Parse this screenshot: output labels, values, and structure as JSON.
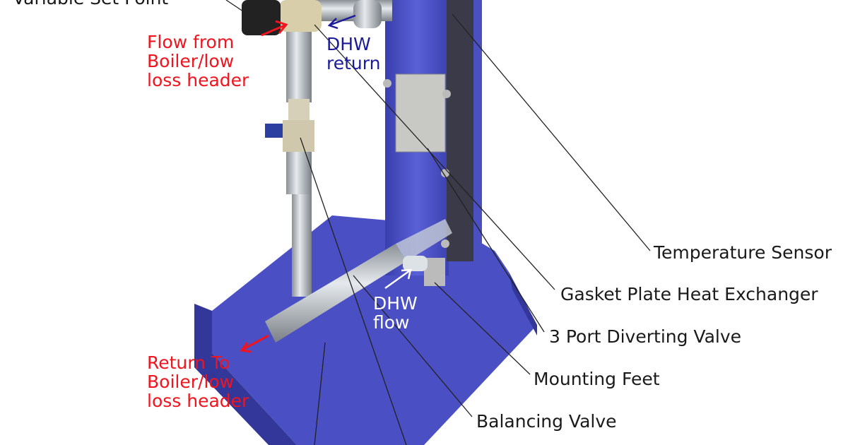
{
  "labels": {
    "variable_set_point": "Variable Set Point",
    "flow_from_boiler": [
      "Flow from",
      "Boiler/low",
      "loss header"
    ],
    "dhw_return": [
      "DHW",
      "return"
    ],
    "dhw_flow": [
      "DHW",
      "flow"
    ],
    "return_to_boiler": [
      "Return To",
      "Boiler/low",
      "loss header"
    ],
    "temperature_sensor": "Temperature Sensor",
    "gasket_plate_heat_exchanger": "Gasket Plate Heat Exchanger",
    "three_port_diverting_valve": "3 Port Diverting Valve",
    "mounting_feet": "Mounting Feet",
    "balancing_valve": "Balancing Valve"
  },
  "colors": {
    "primary_flow": "#f0141e",
    "dhw_return": "#1a1a9a",
    "frame_blue": "#4b50c8",
    "leader_line": "#222222"
  }
}
